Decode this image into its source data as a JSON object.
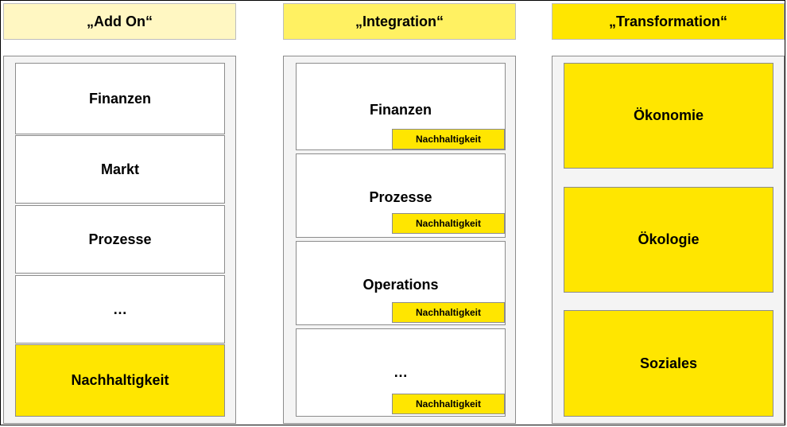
{
  "colors": {
    "header_add_on": "#fff7c2",
    "header_integration": "#fff162",
    "header_transformation": "#ffe600",
    "accent_yellow": "#ffe600"
  },
  "columns": {
    "add_on": {
      "title": "„Add On“",
      "items": [
        "Finanzen",
        "Markt",
        "Prozesse",
        "…",
        "Nachhaltigkeit"
      ]
    },
    "integration": {
      "title": "„Integration“",
      "items": [
        {
          "label": "Finanzen",
          "tag": "Nachhaltigkeit"
        },
        {
          "label": "Prozesse",
          "tag": "Nachhaltigkeit"
        },
        {
          "label": "Operations",
          "tag": "Nachhaltigkeit"
        },
        {
          "label": "…",
          "tag": "Nachhaltigkeit"
        }
      ]
    },
    "transformation": {
      "title": "„Transformation“",
      "items": [
        "Ökonomie",
        "Ökologie",
        "Soziales"
      ]
    }
  }
}
